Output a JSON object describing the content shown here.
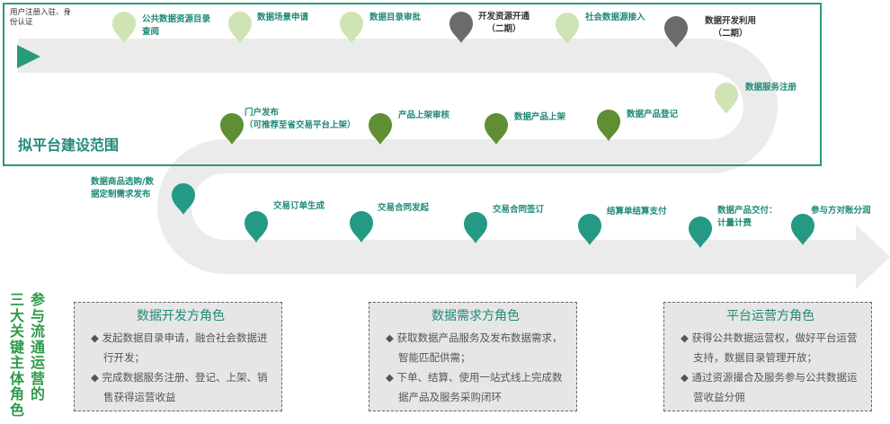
{
  "start_label": "用户注册入驻、身份认证",
  "scope_title": "拟平台建设范围",
  "steps_row1": [
    {
      "text": "公共数据资源目录\n查阅"
    },
    {
      "text": "数据场景申请"
    },
    {
      "text": "数据目录审批"
    },
    {
      "text": "开发资源开通\n（二期）"
    },
    {
      "text": "社会数据源接入"
    },
    {
      "text": "数据开发利用\n（二期）"
    }
  ],
  "step_turn1": {
    "text": "数据服务注册"
  },
  "steps_row2": [
    {
      "text": "数据产品登记"
    },
    {
      "text": "数据产品上架"
    },
    {
      "text": "产品上架审核"
    },
    {
      "text": "门户发布\n（可推荐至省交易平台上架）"
    }
  ],
  "step_turn2": {
    "text": "数据商品选购/数\n据定制需求发布"
  },
  "steps_row3": [
    {
      "text": "交易订单生成"
    },
    {
      "text": "交易合同发起"
    },
    {
      "text": "交易合同签订"
    },
    {
      "text": "结算单结算支付"
    },
    {
      "text": "数据产品交付：\n计量计费"
    },
    {
      "text": "参与方对账分润"
    }
  ],
  "roles_title": "参与流通运营的三大关键主体角色",
  "roles": [
    {
      "title": "数据开发方角色",
      "items": [
        "◆ 发起数据目录申请，融合社会数据进行开发；",
        "◆ 完成数据服务注册、登记、上架、销售获得运营收益"
      ]
    },
    {
      "title": "数据需求方角色",
      "items": [
        "◆ 获取数据产品服务及发布数据需求，智能匹配供需；",
        "◆ 下单、结算、使用一站式线上完成数据产品及服务采购闭环"
      ]
    },
    {
      "title": "平台运营方角色",
      "items": [
        "◆ 获得公共数据运营权，做好平台运营支持，数据目录管理开放；",
        "◆ 通过资源撮合及服务参与公共数据运营收益分佣"
      ]
    }
  ],
  "colors": {
    "pin_light": "#cfe3b4",
    "pin_gray": "#6b6b6b",
    "pin_dark_green": "#5f8f32",
    "pin_teal": "#249a85",
    "road": "#ebebeb",
    "frame": "#2a9a7c",
    "start_arrow": "#2a9a7c"
  }
}
